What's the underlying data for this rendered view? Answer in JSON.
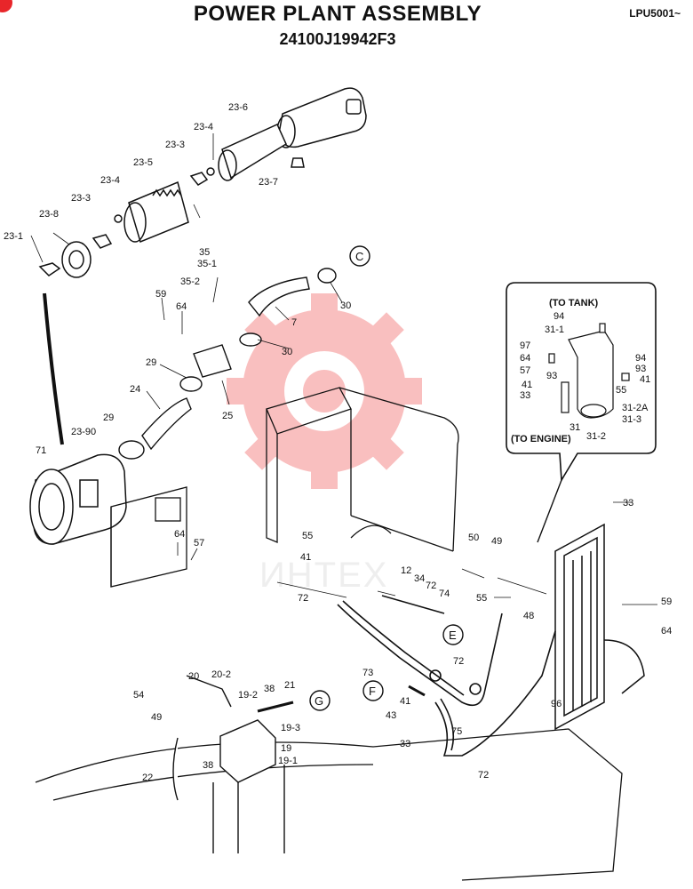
{
  "header": {
    "title": "POWER PLANT ASSEMBLY",
    "part_number": "24100J19942F3",
    "page_ref": "LPU5001~"
  },
  "watermark": {
    "text": "ИНТЕХ",
    "color": "#f04a4a"
  },
  "callouts": {
    "C": "C",
    "E": "E",
    "F": "F",
    "G": "G"
  },
  "labels": {
    "l_23_1": "23-1",
    "l_23_8": "23-8",
    "l_23_3a": "23-3",
    "l_23_4a": "23-4",
    "l_23_5": "23-5",
    "l_23_3b": "23-3",
    "l_23_4b": "23-4",
    "l_23_6": "23-6",
    "l_23_7": "23-7",
    "l_23_90": "23-90",
    "l_71": "71",
    "l_35": "35",
    "l_35_1": "35-1",
    "l_35_2": "35-2",
    "l_59a": "59",
    "l_64a": "64",
    "l_7": "7",
    "l_30a": "30",
    "l_30b": "30",
    "l_29a": "29",
    "l_24": "24",
    "l_29b": "29",
    "l_25": "25",
    "l_64b": "64",
    "l_57a": "57",
    "l_55a": "55",
    "l_41a": "41",
    "l_72a": "72",
    "l_12": "12",
    "l_34": "34",
    "l_72b": "72",
    "l_74": "74",
    "l_50": "50",
    "l_49a": "49",
    "l_55b": "55",
    "l_33a": "33",
    "l_59b": "59",
    "l_64c": "64",
    "l_48": "48",
    "l_73": "73",
    "l_72c": "72",
    "l_96": "96",
    "l_43": "43",
    "l_41b": "41",
    "l_75": "75",
    "l_33b": "33",
    "l_72d": "72",
    "l_54": "54",
    "l_49b": "49",
    "l_20": "20",
    "l_20_2": "20-2",
    "l_19_2": "19-2",
    "l_38a": "38",
    "l_21": "21",
    "l_19_3": "19-3",
    "l_19": "19",
    "l_19_1": "19-1",
    "l_38b": "38",
    "l_22": "22"
  },
  "inset": {
    "to_tank": "(TO TANK)",
    "to_engine": "(TO ENGINE)",
    "labels": {
      "i94a": "94",
      "i31_1": "31-1",
      "i97": "97",
      "i64": "64",
      "i57": "57",
      "i93a": "93",
      "i41a": "41",
      "i33": "33",
      "i94b": "94",
      "i93b": "93",
      "i41b": "41",
      "i55": "55",
      "i31_2a": "31-2A",
      "i31_3": "31-3",
      "i31": "31",
      "i31_2": "31-2"
    }
  }
}
